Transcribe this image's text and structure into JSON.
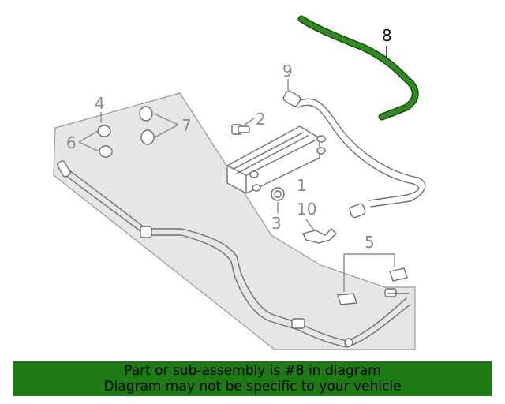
{
  "diagram": {
    "callouts": {
      "c1": "1",
      "c2": "2",
      "c3": "3",
      "c4": "4",
      "c5": "5",
      "c6": "6",
      "c7": "7",
      "c8": "8",
      "c9": "9",
      "c10": "10"
    },
    "highlight_color": "#2e8b1f",
    "line_color": "#6f6f6f",
    "panel_color": "#e6e6e6"
  },
  "banner": {
    "line1": "Part or sub-assembly is #8 in diagram",
    "line2": "Diagram may not be specific to your vehicle",
    "background": "#1e7a14"
  }
}
